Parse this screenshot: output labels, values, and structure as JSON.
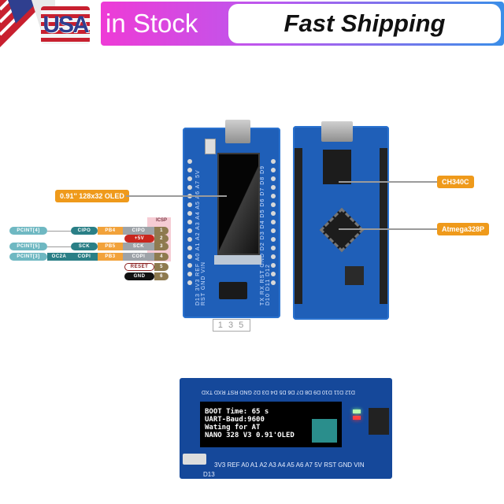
{
  "banner": {
    "usa_badge": "USA",
    "in_stock": "in Stock",
    "fast_shipping": "Fast Shipping",
    "colors": {
      "gradient_start": "#ee3bd6",
      "gradient_end": "#3a8ee8"
    }
  },
  "callouts": {
    "oled": "0.91'' 128x32 OLED",
    "usb_chip": "CH340C",
    "mcu": "Atmega328P",
    "color": "#ef9a1b"
  },
  "icsp": {
    "title": "ICSP",
    "rows": [
      {
        "pcint": "PCINT[4]",
        "alt": "",
        "fn": "CIPO",
        "port": "PB4",
        "name": "CIPO",
        "pin": "1"
      },
      {
        "pcint": "",
        "alt": "",
        "fn": "",
        "port": "",
        "name": "+5V",
        "pin": "2"
      },
      {
        "pcint": "PCINT[5]",
        "alt": "",
        "fn": "SCK",
        "port": "PB5",
        "name": "SCK",
        "pin": "3"
      },
      {
        "pcint": "PCINT[3]",
        "alt": "OC2A",
        "fn": "COPI",
        "port": "PB3",
        "name": "COPI",
        "pin": "4"
      },
      {
        "pcint": "",
        "alt": "",
        "fn": "",
        "port": "",
        "name": "RESET",
        "pin": "5"
      },
      {
        "pcint": "",
        "alt": "",
        "fn": "",
        "port": "",
        "name": "GND",
        "pin": "6"
      }
    ]
  },
  "front_board": {
    "left_labels": "D13 3V3 REF A0 A1 A2 A3 A4 A5 A6 A7 5V RST GND VIN",
    "right_labels": "TX RX RST GND D2 D3 D4 D5 D6 D7 D8 D9 D10 D11 D12",
    "header_caption": "1 3 5"
  },
  "photo": {
    "oled_lines": [
      "BOOT Time: 65 s",
      "UART-Baud:9600",
      "Wating for AT",
      "NANO 328 V3 0.91'OLED"
    ],
    "top_labels": "D12 D11 D10 D9 D8 D7 D6 D5 D4 D3 D2 GND RST RXD TXD",
    "bottom_labels": "3V3 REF A0 A1 A2 A3 A4 A5 A6 A7 5V RST GND VIN",
    "d13_label": "D13"
  }
}
